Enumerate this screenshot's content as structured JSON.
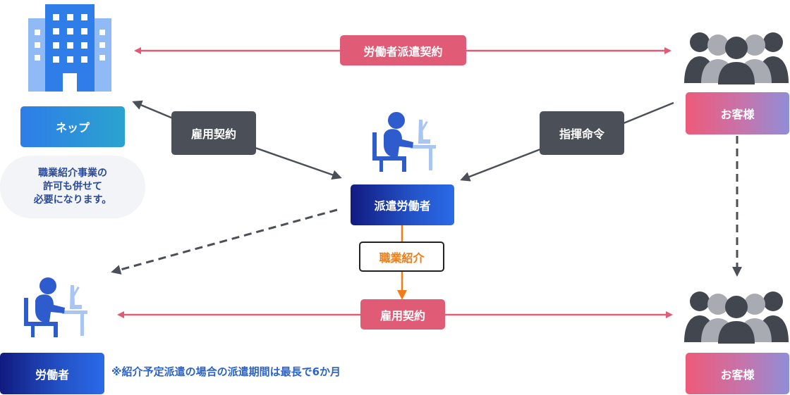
{
  "nodes": {
    "nepp_label": "ネップ",
    "worker_dispatched_label": "派遣労働者",
    "worker_label": "労働者",
    "client_top_label": "お客様",
    "client_bottom_label": "お客様"
  },
  "edges": {
    "dispatch_contract": "労働者派遣契約",
    "employment_contract_top": "雇用契約",
    "command": "指揮命令",
    "job_introduction": "職業紹介",
    "employment_contract_bottom": "雇用契約"
  },
  "note": {
    "line1": "職業紹介事業の",
    "line2": "許可も併せて",
    "line3": "必要になります。"
  },
  "footnote": "※紹介予定派遣の場合の派遣期間は最長で6か月",
  "colors": {
    "pink": "#e05b76",
    "dark_gray": "#4b4f57",
    "orange": "#f07d16",
    "navy": "#111a80",
    "blue": "#2f7de8",
    "building_blue": "#2f7de8",
    "building_light": "#8fbaf6",
    "people_dark": "#42464e",
    "people_light": "#a9abb2"
  },
  "icons": {
    "building": "building-icon",
    "people": "people-group-icon",
    "worker_desk": "worker-at-desk-icon"
  }
}
